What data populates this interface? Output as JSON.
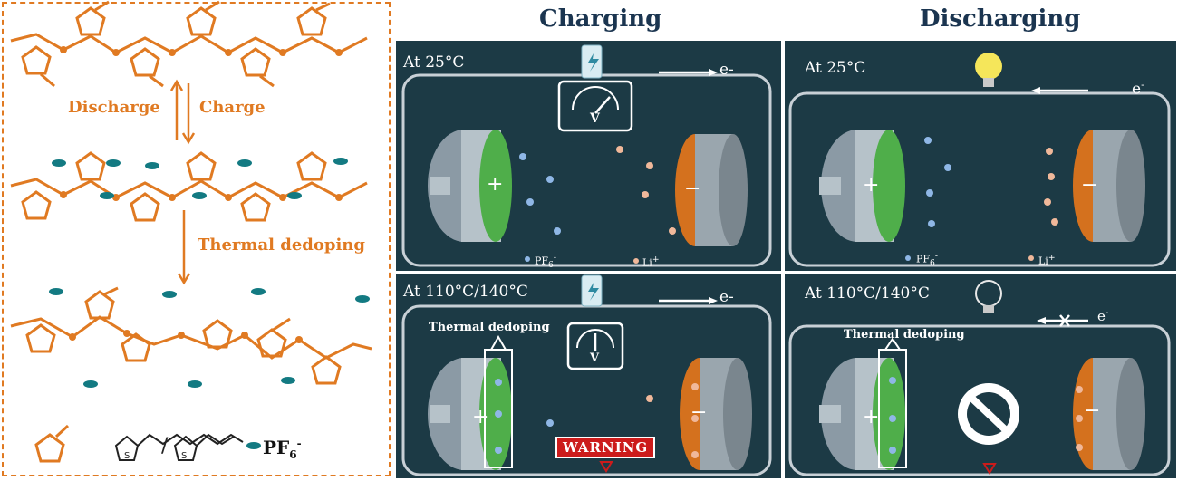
{
  "left": {
    "discharge": "Discharge",
    "charge": "Charge",
    "thermal_dedoping": "Thermal dedoping",
    "legend_sep": "/",
    "pf6_base": "PF",
    "pf6_sub": "6",
    "pf6_sup": "-"
  },
  "columns": {
    "charging": "Charging",
    "discharging": "Discharging"
  },
  "panels": {
    "top_left": {
      "temp": "At 25°C",
      "electron": "e-",
      "meter_label": "V",
      "pf6": "PF",
      "pf6_sub": "6",
      "pf6_sup": "-",
      "li": "Li",
      "li_sup": "+"
    },
    "top_right": {
      "temp": "At 25°C",
      "electron": "e",
      "electron_sup": "-",
      "pf6": "PF",
      "pf6_sub": "6",
      "pf6_sup": "-",
      "li": "Li",
      "li_sup": "+"
    },
    "bottom_left": {
      "temp": "At 110°C/140°C",
      "electron": "e-",
      "meter_label": "V",
      "thermal": "Thermal dedoping",
      "warning": "WARNING"
    },
    "bottom_right": {
      "temp": "At 110°C/140°C",
      "electron": "e",
      "electron_sup": "-",
      "thermal": "Thermal dedoping"
    }
  },
  "colors": {
    "orange": "#e07a22",
    "teal": "#137a82",
    "panel_bg": "#1c3a45",
    "green_electrode": "#4fae4a",
    "copper_electrode": "#d4711e",
    "warning_red": "#cc1b1b"
  }
}
